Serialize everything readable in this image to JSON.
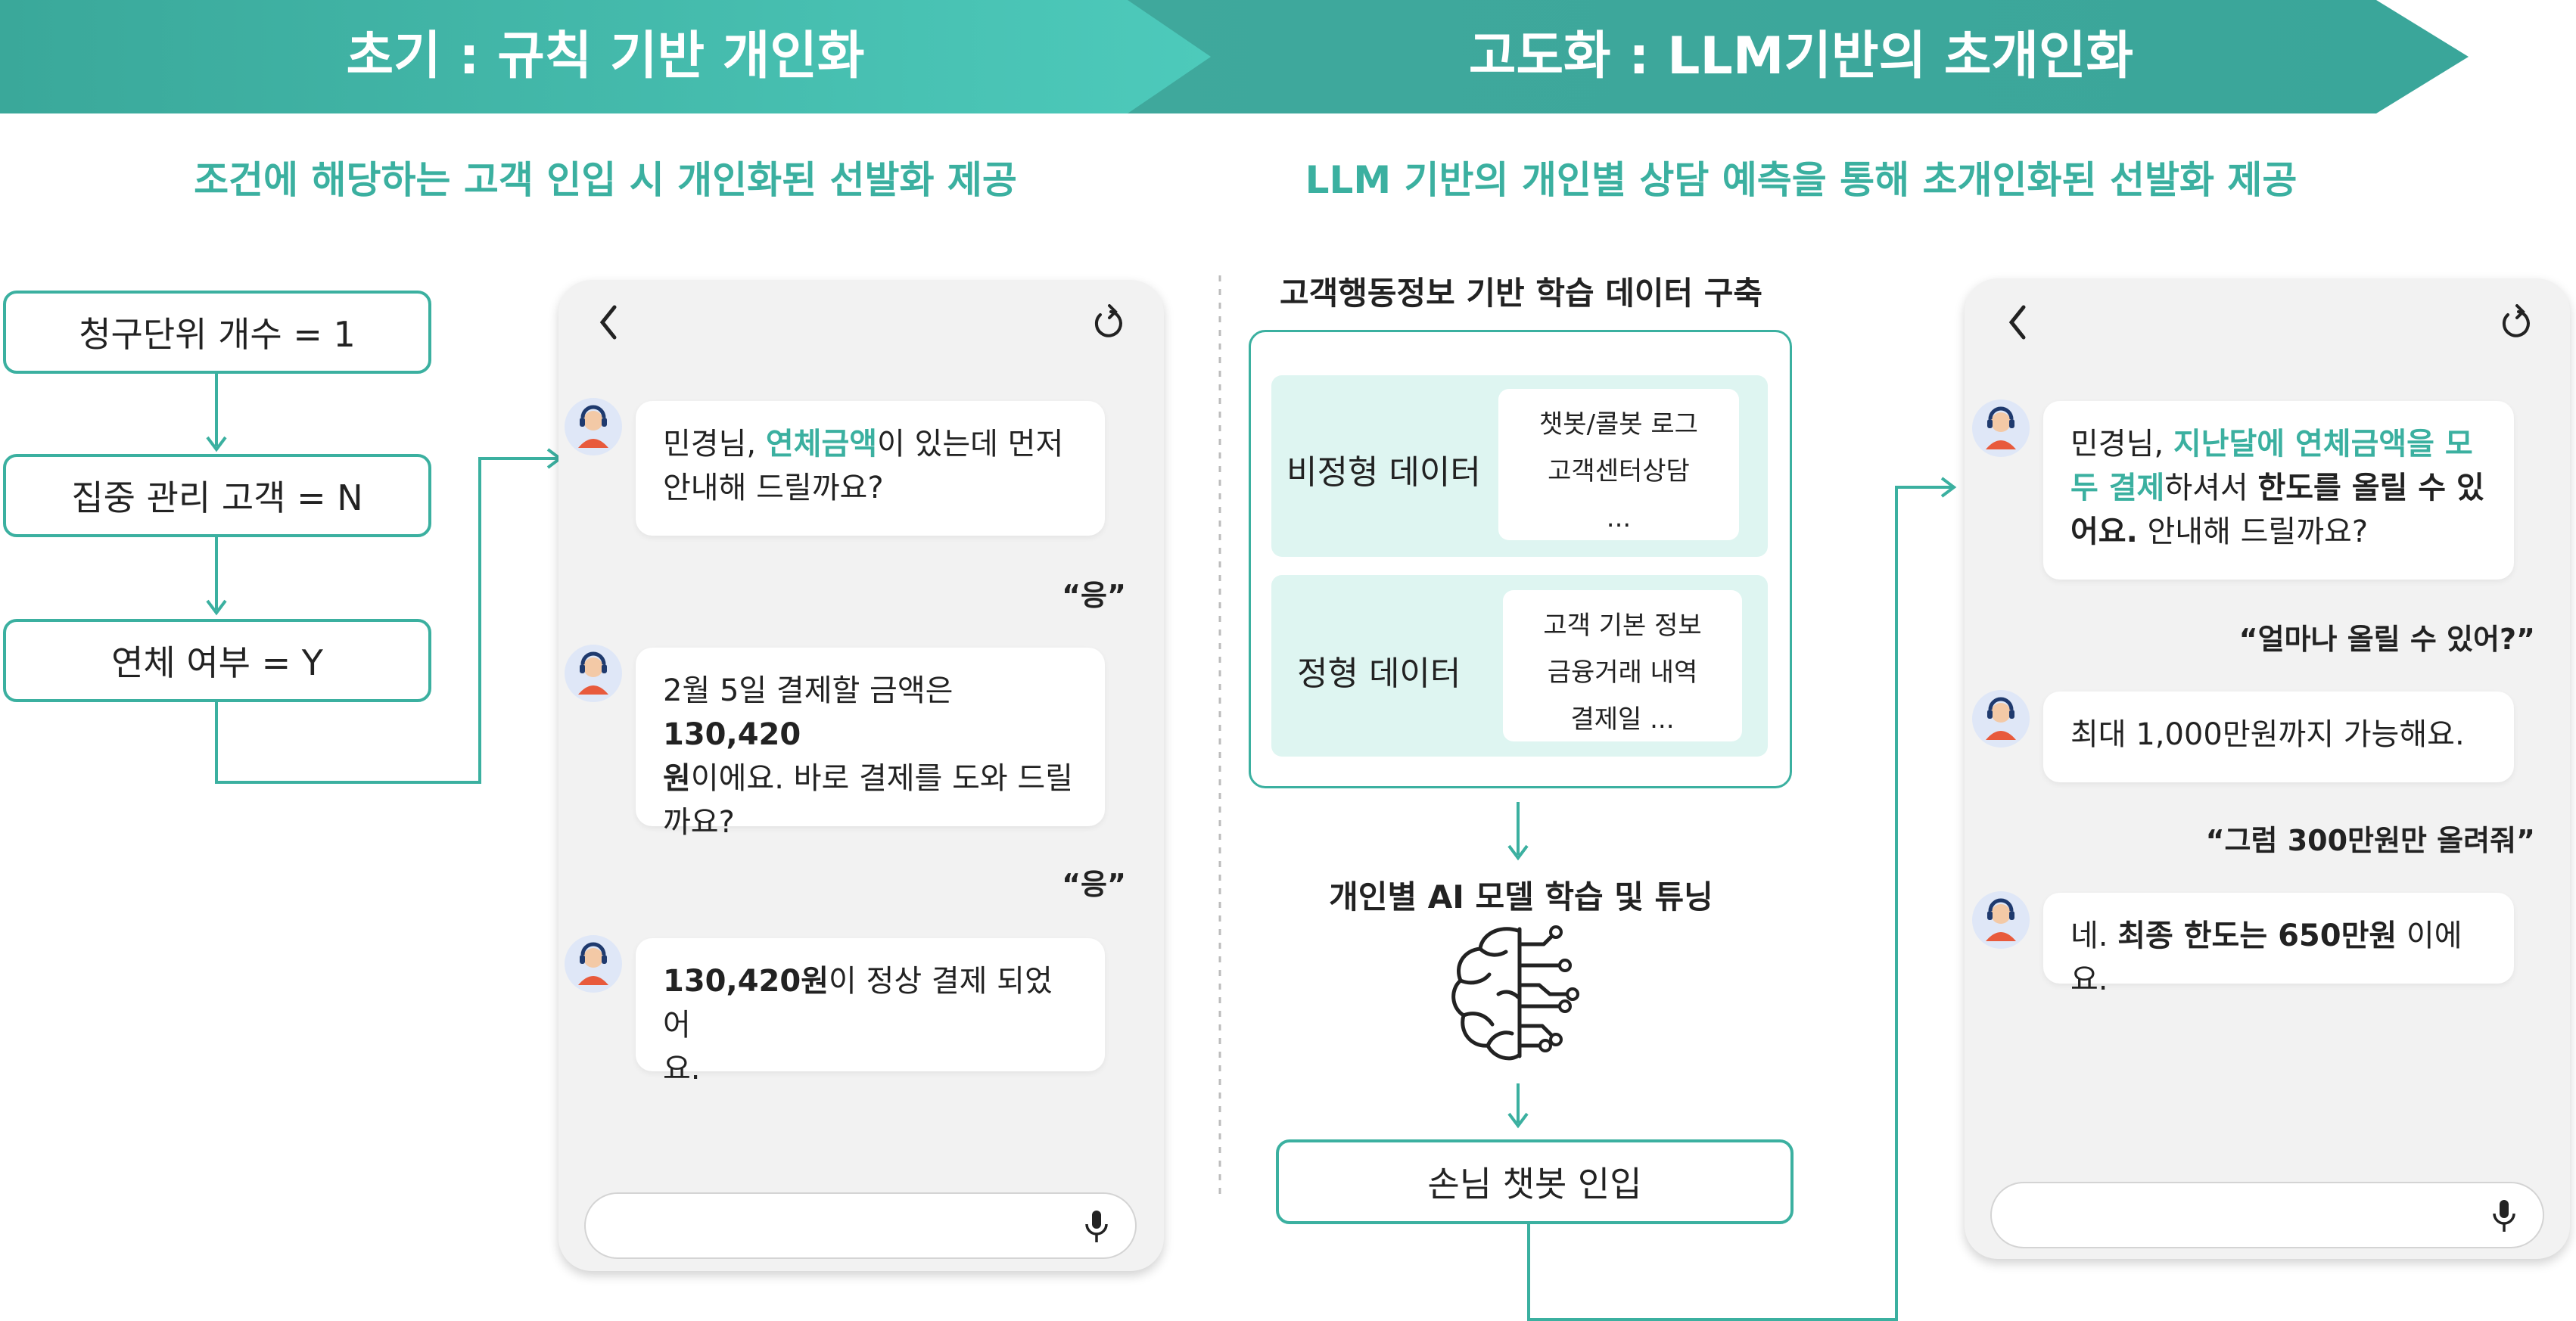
{
  "colors": {
    "accent": "#3bb0a0",
    "banner_left": "#3fb5a5",
    "banner_right": "#3aa69a"
  },
  "banner": {
    "left_title": "초기 : 규칙 기반 개인화",
    "right_title": "고도화 : LLM기반의 초개인화"
  },
  "subtitles": {
    "left": "조건에 해당하는 고객 인입 시 개인화된 선발화 제공",
    "right": "LLM 기반의 개인별 상담 예측을 통해 초개인화된 선발화 제공"
  },
  "rules": [
    "청구단위 개수 = 1",
    "집중 관리 고객 = N",
    "연체 여부 = Y"
  ],
  "phone_left": {
    "msg1": {
      "pre": "민경님, ",
      "hl": "연체금액",
      "post1": "이 있는데 먼저",
      "post2": "안내해 드릴까요?"
    },
    "reply1": "“응”",
    "msg2": {
      "line1_pre": "2월 5일 결제할 금액은 ",
      "line1_bold": "130,420",
      "line2_bold": "원",
      "line2_post": "이에요. 바로 결제를 도와 드릴",
      "line3": "까요?"
    },
    "reply2": "“응”",
    "msg3": {
      "bold": "130,420원",
      "post": "이 정상 결제 되었어",
      "line2": "요."
    }
  },
  "middle": {
    "section_title": "고객행동정보 기반 학습 데이터 구축",
    "unstructured": {
      "label": "비정형 데이터",
      "items": [
        "챗봇/콜봇 로그",
        "고객센터상담",
        "..."
      ]
    },
    "structured": {
      "label": "정형 데이터",
      "items": [
        "고객 기본 정보",
        "금융거래 내역",
        "결제일 ..."
      ]
    },
    "model_label": "개인별 AI 모델 학습 및 튜닝",
    "entry_label": "손님 챗봇 인입"
  },
  "phone_right": {
    "msg1": {
      "pre": "민경님, ",
      "hl1": "지난달에 연체금액을 모",
      "hl2": "두 결제",
      "mid": "하셔서 ",
      "bold1": "한도를 올릴 수 있",
      "bold2": "어요.",
      "post": " 안내해 드릴까요?"
    },
    "reply1": "“얼마나 올릴 수 있어?”",
    "msg2": "최대 1,000만원까지 가능해요.",
    "reply2": "“그럼 300만원만 올려줘”",
    "msg3": {
      "pre": "네. ",
      "bold": "최종 한도는 650만원",
      "post": " 이에요."
    }
  },
  "icons": [
    "back-chevron-icon",
    "refresh-icon",
    "microphone-icon",
    "agent-avatar-icon",
    "brain-circuit-icon"
  ]
}
